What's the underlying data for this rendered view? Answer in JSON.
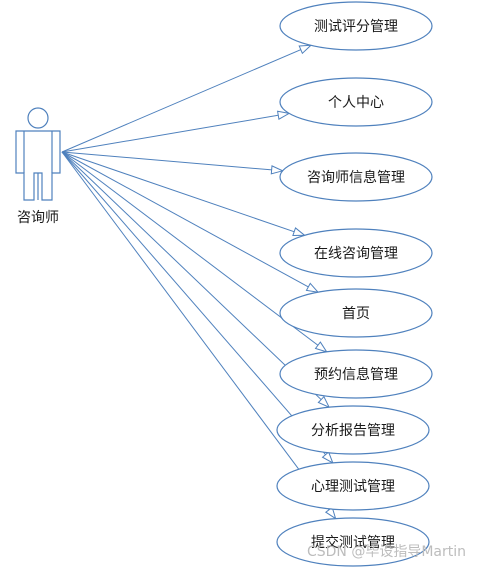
{
  "actor": {
    "label": "咨询师"
  },
  "use_cases": [
    {
      "label": "测试评分管理"
    },
    {
      "label": "个人中心"
    },
    {
      "label": "咨询师信息管理"
    },
    {
      "label": "在线咨询管理"
    },
    {
      "label": "首页"
    },
    {
      "label": "预约信息管理"
    },
    {
      "label": "分析报告管理"
    },
    {
      "label": "心理测试管理"
    },
    {
      "label": "提交测试管理"
    }
  ],
  "watermark": "CSDN @毕设指导Martin",
  "colors": {
    "outline": "#4f81bd",
    "text": "#1a1a1a",
    "watermark": "#bdbdbd"
  }
}
